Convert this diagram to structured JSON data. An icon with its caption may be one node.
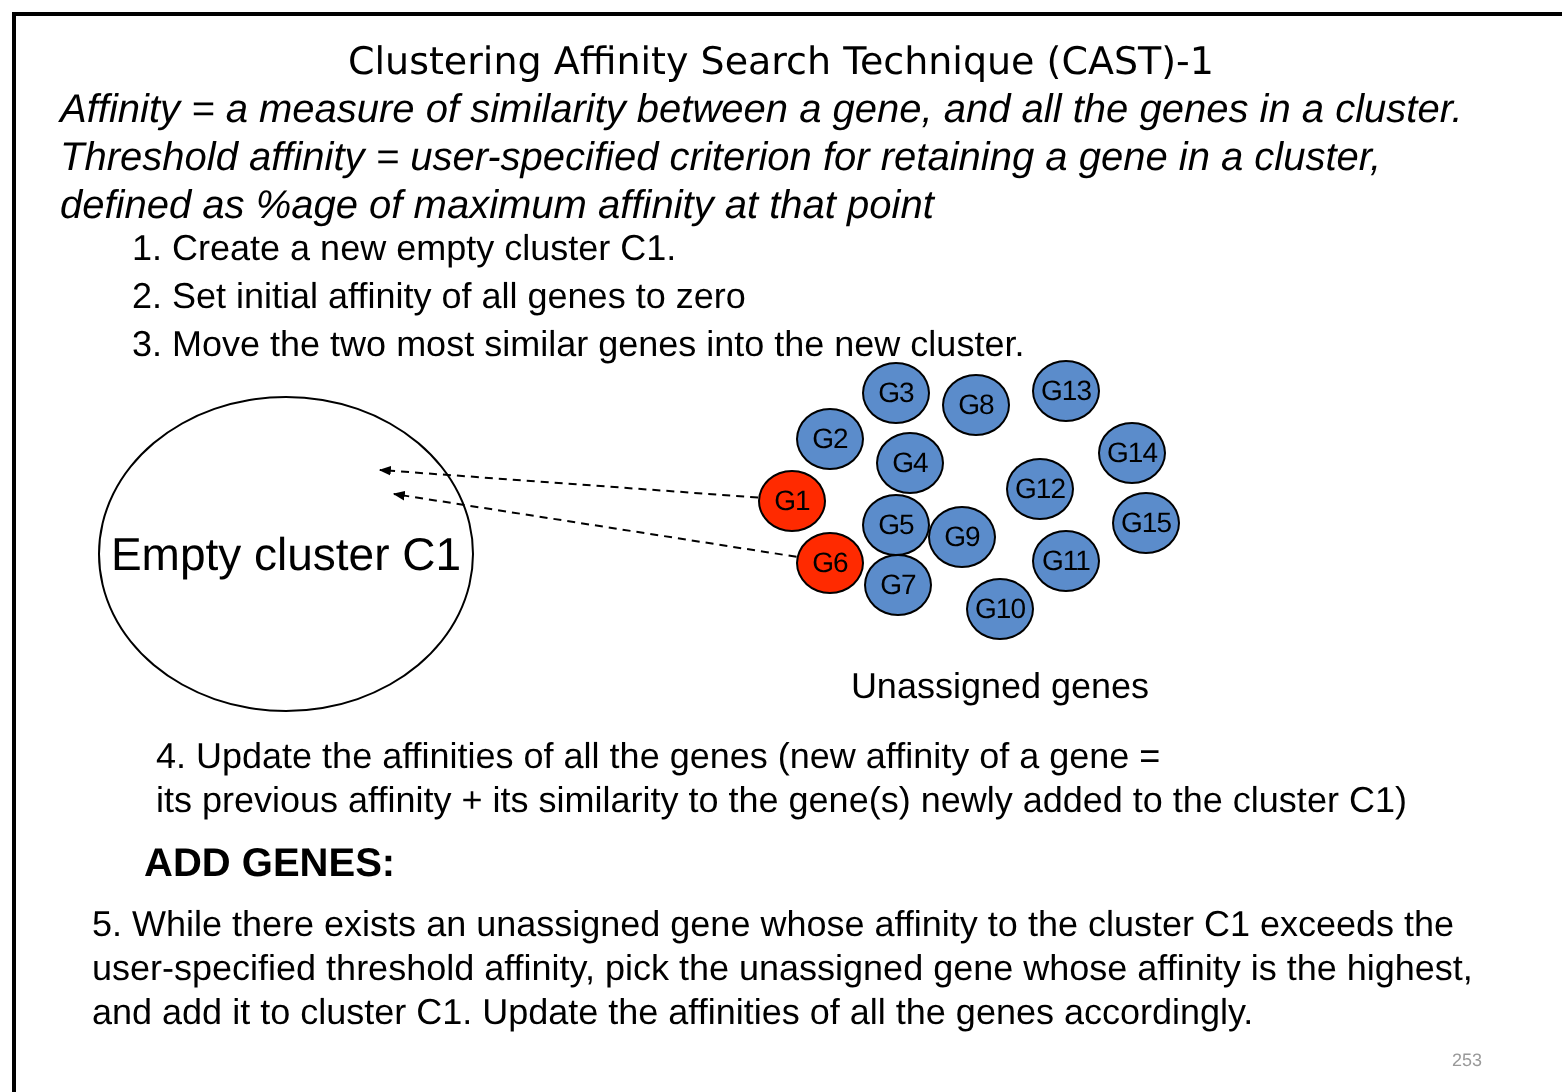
{
  "diagram": {
    "title": "Clustering Affinity Search Technique (CAST)-1",
    "nodes": [
      {
        "text": [
          "Empty cluster C1"
        ]
      },
      {
        "text": [
          "G3"
        ]
      },
      {
        "text": [
          "G8"
        ]
      },
      {
        "text": [
          "G13"
        ]
      },
      {
        "text": [
          "G2"
        ]
      },
      {
        "text": [
          "G4"
        ]
      },
      {
        "text": [
          "G14"
        ]
      },
      {
        "text": [
          "G12"
        ]
      },
      {
        "text": [
          "G1"
        ]
      },
      {
        "text": [
          "G5"
        ]
      },
      {
        "text": [
          "G9"
        ]
      },
      {
        "text": [
          "G15"
        ]
      },
      {
        "text": [
          "G6"
        ]
      },
      {
        "text": [
          "G11"
        ]
      },
      {
        "text": [
          "G7"
        ]
      },
      {
        "text": [
          "G10"
        ]
      }
    ],
    "edges": [
      {
        "from": 8,
        "to": 0,
        "arrow": "to",
        "style": "dashed"
      },
      {
        "from": 12,
        "to": 0,
        "arrow": "to",
        "style": "dashed"
      }
    ],
    "labels": [
      "Affinity = a measure of similarity between a gene, and all the genes in a cluster.",
      "Threshold affinity = user-specified criterion for retaining a gene in a cluster, defined as %age of maximum affinity at that point",
      "1. Create a new empty cluster C1.",
      "2. Set initial affinity of all genes to zero",
      "3. Move the two most similar genes into the new cluster.",
      "Unassigned genes",
      "4. Update the affinities of all the genes (new affinity of a gene =",
      "its previous affinity + its similarity to the gene(s) newly added to the cluster C1)",
      "ADD GENES:",
      "5. While there exists an unassigned gene whose affinity to the cluster C1 exceeds the user-specified threshold affinity, pick the unassigned gene whose affinity is the highest, and add it to cluster C1. Update the affinities of all the genes accordingly.",
      "253"
    ]
  }
}
